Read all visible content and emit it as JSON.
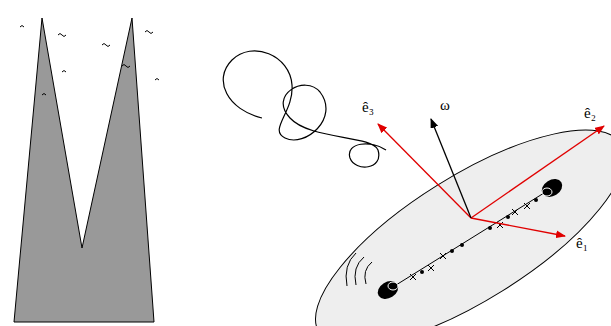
{
  "diagram": {
    "labels": [
      "ê₃",
      "ω⃗",
      "ê₂",
      "ê₁"
    ]
  }
}
